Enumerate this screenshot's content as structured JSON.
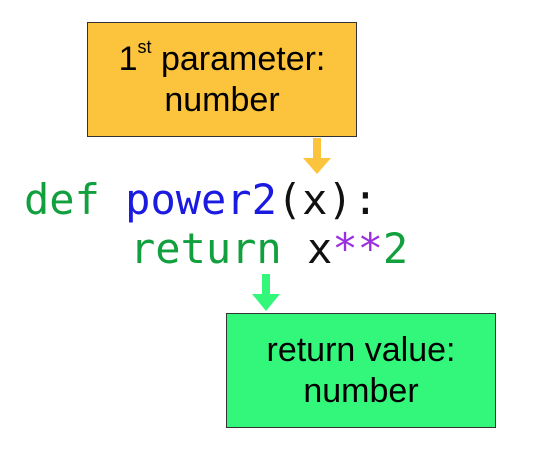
{
  "param_box": {
    "line1_prefix": "1",
    "line1_sup": "st",
    "line1_rest": " parameter:",
    "line2": "number",
    "color": "#fcc43c"
  },
  "return_box": {
    "line1": "return value:",
    "line2": "number",
    "color": "#33f77a"
  },
  "code": {
    "line1": {
      "keyword": "def",
      "space": " ",
      "func_name": "power2",
      "params": "(x):"
    },
    "line2": {
      "keyword": "return",
      "space": " ",
      "var": "x",
      "operator": "**",
      "number": "2"
    }
  },
  "colors": {
    "keyword": "#12a03e",
    "function": "#1a1ae0",
    "operator": "#9a2fe0",
    "param_arrow": "#fcc43c",
    "return_arrow": "#33f77a"
  }
}
